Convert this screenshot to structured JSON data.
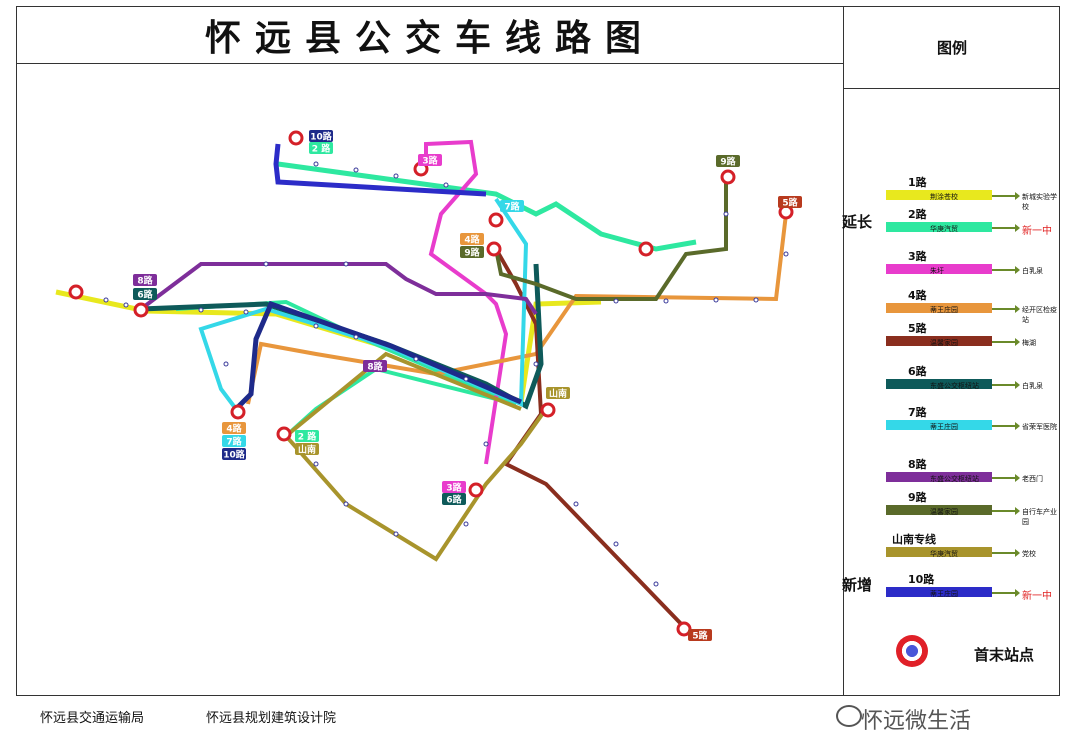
{
  "title": "怀远县公交车线路图",
  "legend": {
    "heading": "图例",
    "section_extend": "延长",
    "section_new": "新增",
    "routes": [
      {
        "name": "1路",
        "color": "#e8e81e",
        "from": "荆涂苍校",
        "to": "新城实验学校",
        "to_red": false
      },
      {
        "name": "2路",
        "color": "#2ee8a0",
        "from": "华庚汽贸",
        "to": "新一中",
        "to_red": true
      },
      {
        "name": "3路",
        "color": "#e83ccc",
        "from": "朱圩",
        "to": "白乳泉",
        "to_red": false
      },
      {
        "name": "4路",
        "color": "#e8963c",
        "from": "蒂王庄园",
        "to": "经开区检疫站",
        "to_red": false
      },
      {
        "name": "5路",
        "color": "#8a2e1e",
        "from": "温馨家园",
        "to": "梅湖",
        "to_red": false
      },
      {
        "name": "6路",
        "color": "#0e5a5a",
        "from": "东盛公交枢纽站",
        "to": "白乳泉",
        "to_red": false
      },
      {
        "name": "7路",
        "color": "#34d8e8",
        "from": "蒂王庄园",
        "to": "省荣军医院",
        "to_red": false
      },
      {
        "name": "8路",
        "color": "#7e2e9a",
        "from": "东盛公交枢纽站",
        "to": "老西门",
        "to_red": false
      },
      {
        "name": "9路",
        "color": "#5a6a2a",
        "from": "温馨家园",
        "to": "自行车产业园",
        "to_red": false
      },
      {
        "name": "山南专线",
        "color": "#a8942c",
        "from": "华庚汽贸",
        "to": "党校",
        "to_red": false
      },
      {
        "name": "10路",
        "color": "#2c2cc8",
        "from": "蒂王庄园",
        "to": "新一中",
        "to_red": true
      }
    ],
    "terminal_label": "首末站点"
  },
  "map": {
    "route_tags": [
      {
        "text": "10路",
        "color": "#1e2a8a"
      },
      {
        "text": "2 路",
        "color": "#2ee8a0"
      },
      {
        "text": "3路",
        "color": "#e83ccc"
      },
      {
        "text": "7路",
        "color": "#34d8e8"
      },
      {
        "text": "9路",
        "color": "#5a6a2a"
      },
      {
        "text": "4路",
        "color": "#e8963c"
      },
      {
        "text": "5路",
        "color": "#b83a1e"
      },
      {
        "text": "9路",
        "color": "#5a6a2a"
      },
      {
        "text": "8路",
        "color": "#7e2e9a"
      },
      {
        "text": "6路",
        "color": "#0e5a5a"
      },
      {
        "text": "8路",
        "color": "#7e2e9a"
      },
      {
        "text": "山南",
        "color": "#a8942c"
      },
      {
        "text": "4路",
        "color": "#e8963c"
      },
      {
        "text": "7路",
        "color": "#34d8e8"
      },
      {
        "text": "10路",
        "color": "#1e2a8a"
      },
      {
        "text": "2 路",
        "color": "#2ee8a0"
      },
      {
        "text": "山南",
        "color": "#a8942c"
      },
      {
        "text": "3路",
        "color": "#e83ccc"
      },
      {
        "text": "6路",
        "color": "#0e5a5a"
      },
      {
        "text": "5路",
        "color": "#b83a1e"
      }
    ]
  },
  "footer": {
    "org_a": "怀远县交通运输局",
    "org_b": "怀远县规划建筑设计院",
    "watermark": "怀远微生活"
  }
}
